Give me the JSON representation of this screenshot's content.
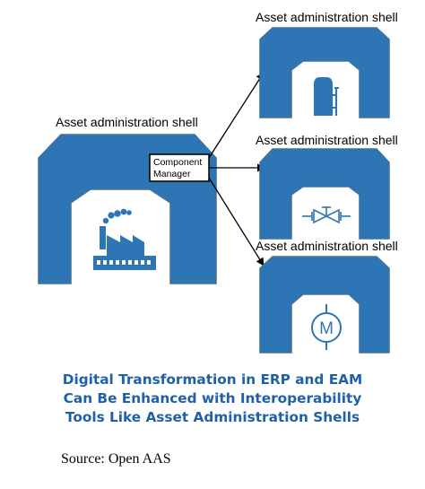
{
  "colors": {
    "shell_fill": "#2e75b6",
    "shell_stroke": "#41719c",
    "inner": "#ffffff",
    "caption": "#1f60a8"
  },
  "shells": {
    "main": {
      "title": "Asset administration shell",
      "icon": "factory-icon"
    },
    "top": {
      "title": "Asset administration shell",
      "icon": "tank-icon"
    },
    "middle": {
      "title": "Asset administration shell",
      "icon": "valve-icon"
    },
    "bottom": {
      "title": "Asset administration shell",
      "icon": "motor-icon",
      "icon_label": "M"
    }
  },
  "component_manager": {
    "line1": "Component",
    "line2": "Manager"
  },
  "caption": {
    "line1": "Digital Transformation in ERP and EAM",
    "line2": "Can Be Enhanced with Interoperability",
    "line3": "Tools Like Asset Administration Shells"
  },
  "source": "Source: Open AAS"
}
